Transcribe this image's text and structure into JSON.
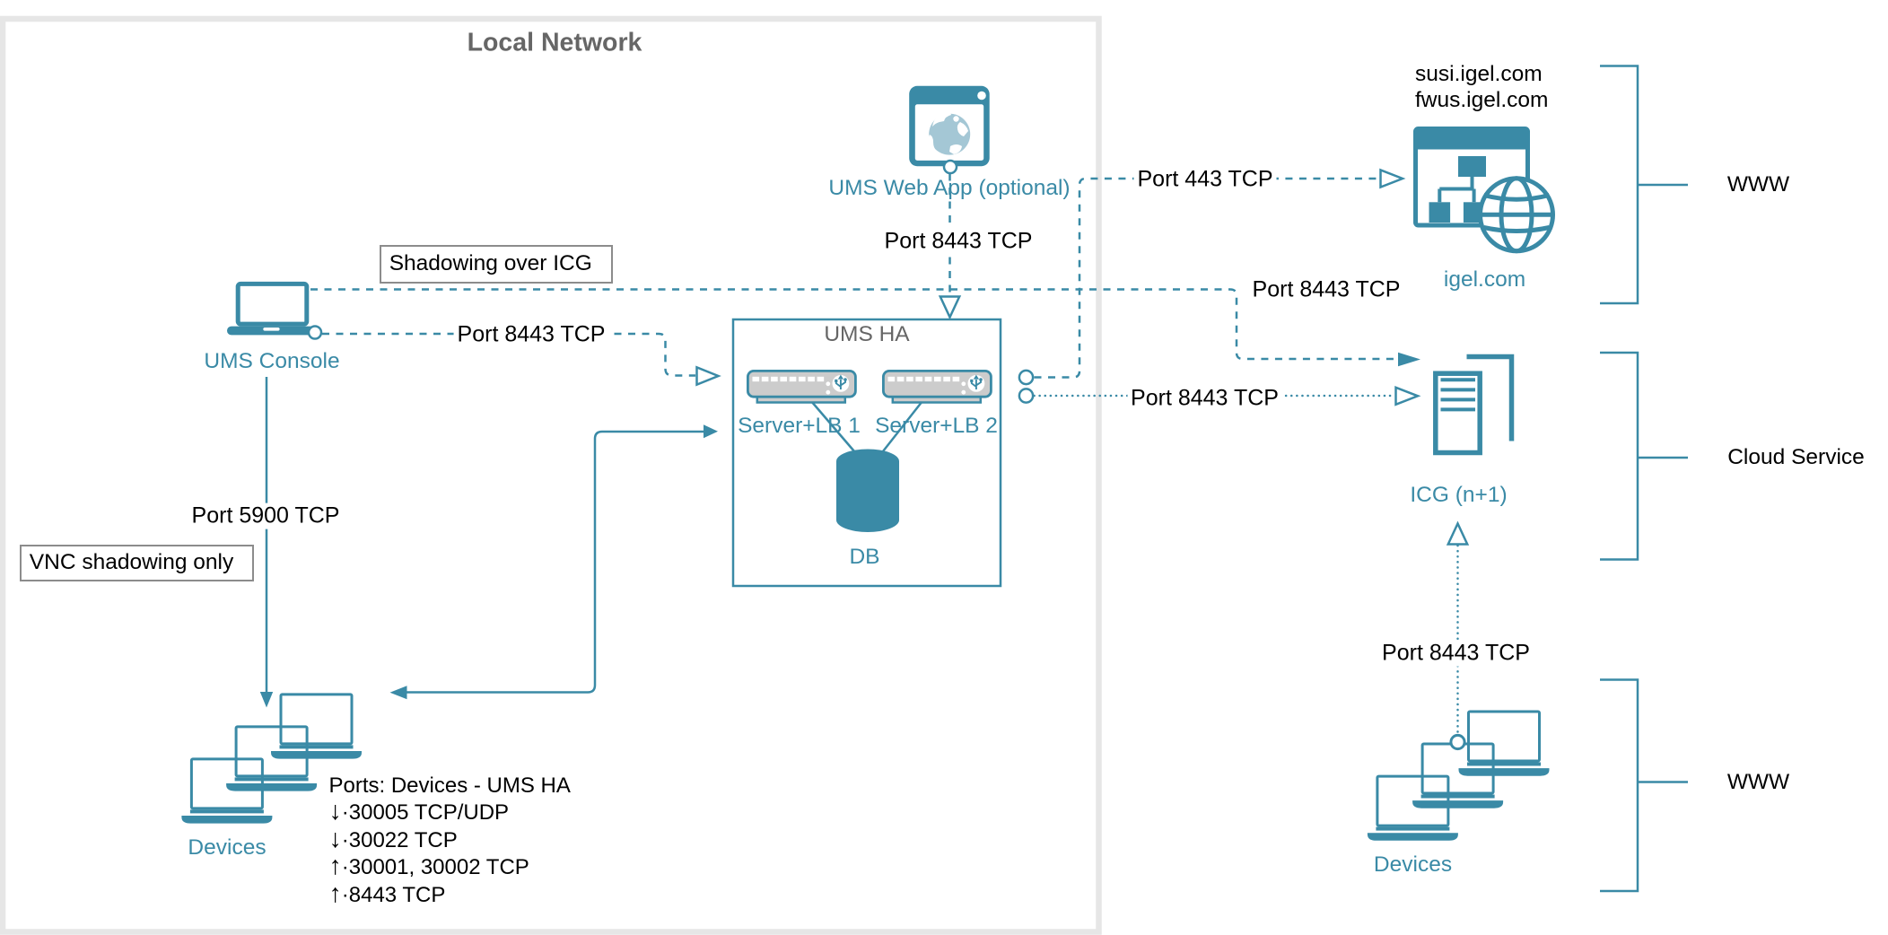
{
  "colors": {
    "teal": "#3A8AA6",
    "teal_light": "#A4C7D5",
    "gray_light": "#E6E6E6",
    "gray_note": "#8C8C8C",
    "gray_text": "#666666",
    "server_fill": "#CCCCCC",
    "text": "#000000",
    "bg": "#FFFFFF"
  },
  "local_network": {
    "title": "Local Network"
  },
  "nodes": {
    "ums_console": {
      "label": "UMS Console"
    },
    "ums_web_app": {
      "label": "UMS Web App (optional)"
    },
    "ums_ha": {
      "title": "UMS HA",
      "server1": "Server+LB 1",
      "server2": "Server+LB 2",
      "db": "DB"
    },
    "devices_local": {
      "label": "Devices"
    },
    "devices_www": {
      "label": "Devices"
    },
    "igel": {
      "domains": [
        "susi.igel.com",
        "fwus.igel.com"
      ],
      "label": "igel.com"
    },
    "icg": {
      "label": "ICG (n+1)"
    }
  },
  "edges": {
    "shadowing_note": "Shadowing over ICG",
    "vnc_note": "VNC shadowing only",
    "console_icg_port": "Port 8443 TCP",
    "console_ums_port": "Port 8443 TCP",
    "webapp_ums_port": "Port 8443 TCP",
    "ums_igel_port": "Port 443 TCP",
    "ums_icg_port": "Port 8443 TCP",
    "console_devices_port": "Port 5900 TCP",
    "devices_icg_port": "Port 8443 TCP"
  },
  "ports_note": {
    "title": "Ports: Devices - UMS HA",
    "items": [
      {
        "dir": "↓",
        "ports": "·30005 TCP/UDP"
      },
      {
        "dir": "↓",
        "ports": "·30022 TCP"
      },
      {
        "dir": "↑",
        "ports": "·30001, 30002 TCP"
      },
      {
        "dir": "↑",
        "ports": "·8443 TCP"
      }
    ]
  },
  "zones": {
    "www_top": "WWW",
    "cloud": "Cloud Service",
    "www_bottom": "WWW"
  }
}
